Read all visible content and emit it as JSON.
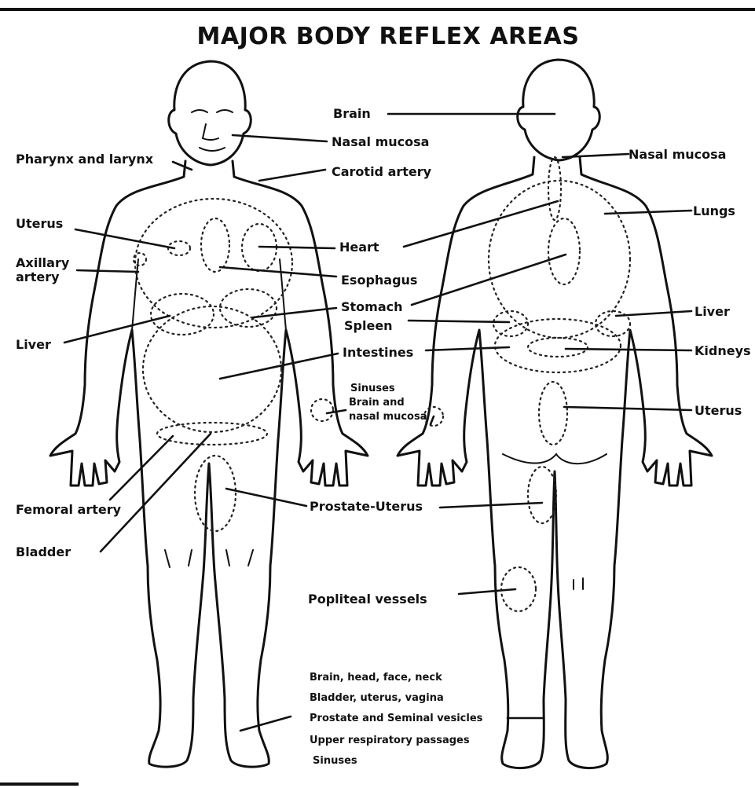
{
  "title": "MAJOR BODY REFLEX AREAS",
  "labels": {
    "brain": "Brain",
    "nasal_mucosa_front": "Nasal mucosa",
    "pharynx_larynx": "Pharynx and larynx",
    "carotid_artery": "Carotid artery",
    "uterus_left": "Uterus",
    "axillary_artery_line1": "Axillary",
    "axillary_artery_line2": "artery",
    "heart": "Heart",
    "esophagus": "Esophagus",
    "stomach": "Stomach",
    "spleen": "Spleen",
    "liver_left": "Liver",
    "intestines": "Intestines",
    "sinuses_block_line1": "Sinuses",
    "sinuses_block_line2": "Brain and",
    "sinuses_block_line3": "nasal mucosa",
    "femoral_artery": "Femoral artery",
    "bladder": "Bladder",
    "prostate_uterus": "Prostate-Uterus",
    "popliteal_vessels": "Popliteal vessels",
    "nasal_mucosa_back": "Nasal mucosa",
    "lungs": "Lungs",
    "liver_right": "Liver",
    "kidneys": "Kidneys",
    "uterus_right": "Uterus",
    "feet_brain_head": "Brain, head, face, neck",
    "feet_bladder": "Bladder, uterus, vagina",
    "feet_prostate": "Prostate and Seminal vesicles",
    "feet_upper_resp": "Upper respiratory passages",
    "feet_sinuses": "Sinuses"
  },
  "colors": {
    "ink": "#111111",
    "paper": "#ffffff"
  }
}
